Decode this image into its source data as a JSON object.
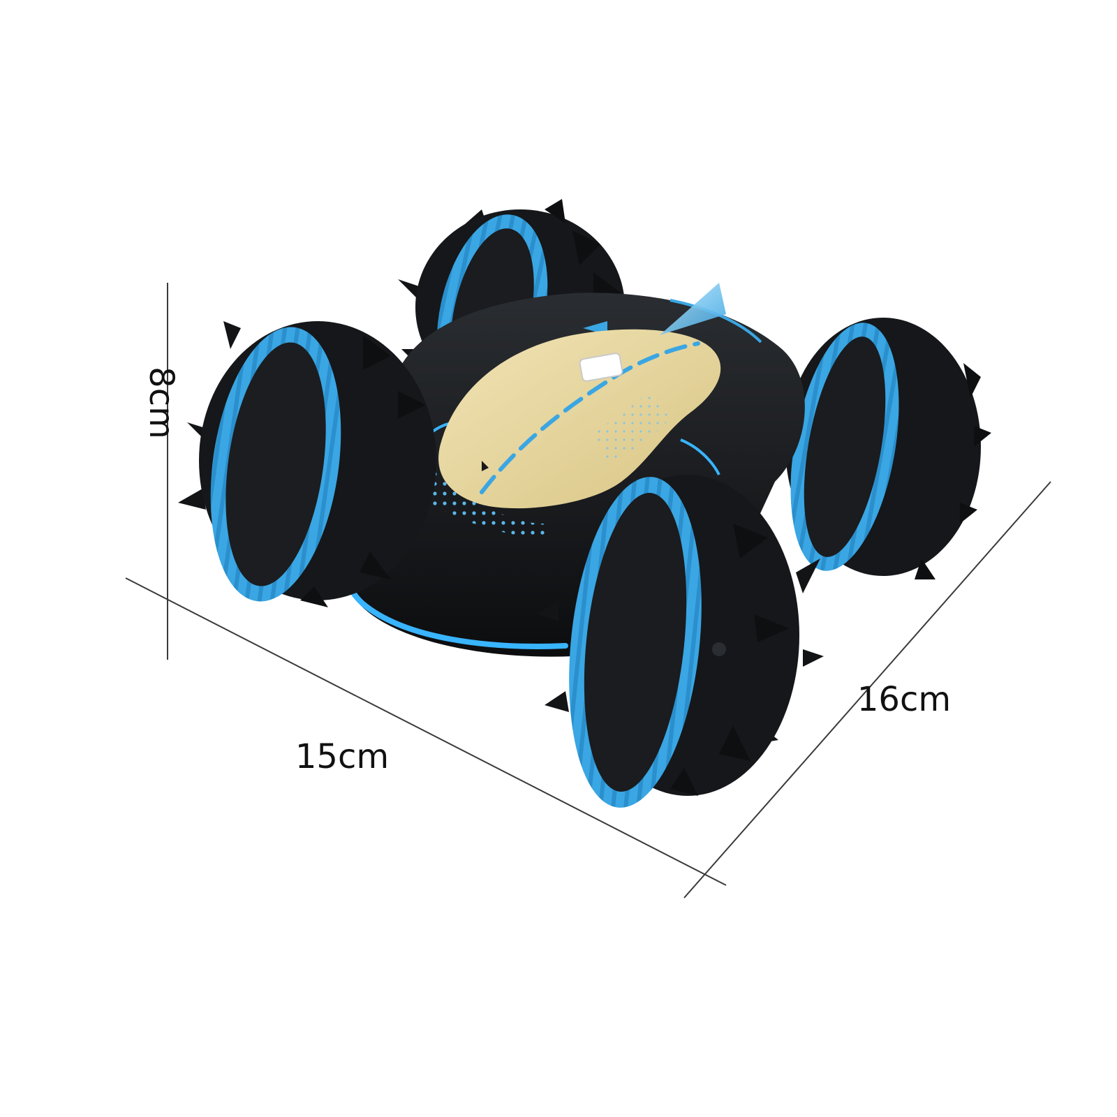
{
  "dimensions": {
    "height": "8cm",
    "width": "15cm",
    "depth": "16cm"
  },
  "product": {
    "icon": "rc-stunt-car",
    "colors": {
      "body": "#16181b",
      "tire_band": "#3aa6e3",
      "canopy": "#e7d69f",
      "accent_light": "#39b4ff"
    }
  }
}
